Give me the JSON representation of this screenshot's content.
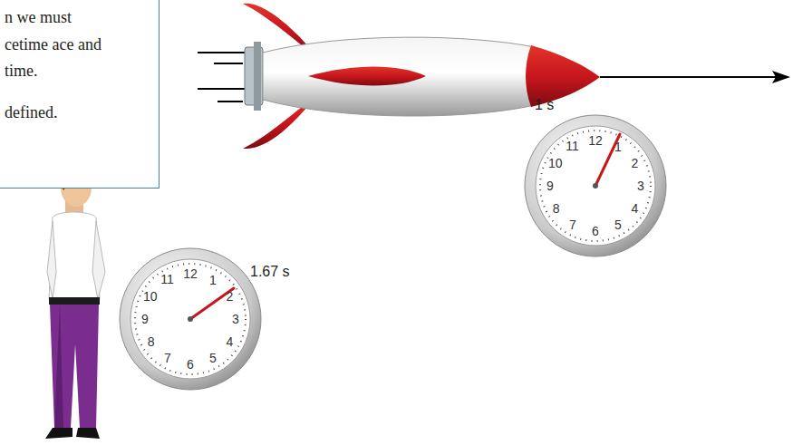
{
  "diagram": {
    "nodes": [
      {
        "text": [
          "n we must cetime ace and time.",
          "defined."
        ]
      }
    ],
    "labels": [
      "1 s",
      "1.67 s",
      "12",
      "1",
      "2",
      "3",
      "4",
      "5",
      "6",
      "7",
      "8",
      "9",
      "10",
      "11",
      "12",
      "1",
      "2",
      "3",
      "4",
      "5",
      "6",
      "7",
      "8",
      "9",
      "10",
      "11"
    ]
  }
}
